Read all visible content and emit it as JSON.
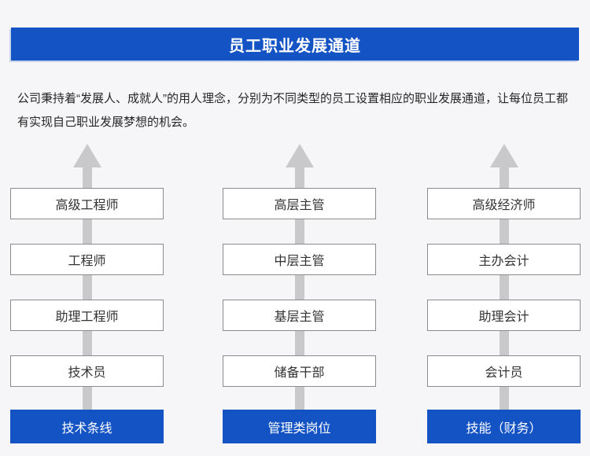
{
  "header": {
    "title": "员工职业发展通道"
  },
  "intro": {
    "text": "公司秉持着“发展人、成就人”的用人理念，分别为不同类型的员工设置相应的职业发展通道，让每位员工都有实现自己职业发展梦想的机会。"
  },
  "diagram": {
    "columns": [
      {
        "levels": [
          "高级工程师",
          "工程师",
          "助理工程师",
          "技术员"
        ],
        "base": "技术条线"
      },
      {
        "levels": [
          "高层主管",
          "中层主管",
          "基层主管",
          "储备干部"
        ],
        "base": "管理类岗位"
      },
      {
        "levels": [
          "高级经济师",
          "主办会计",
          "助理会计",
          "会计员"
        ],
        "base": "技能（财务）"
      }
    ]
  },
  "colors": {
    "accent_blue": "#1453c3",
    "arrow_gray": "#c9c9cb",
    "box_border": "#8b8b8b",
    "page_background": "#f6f6f8"
  }
}
